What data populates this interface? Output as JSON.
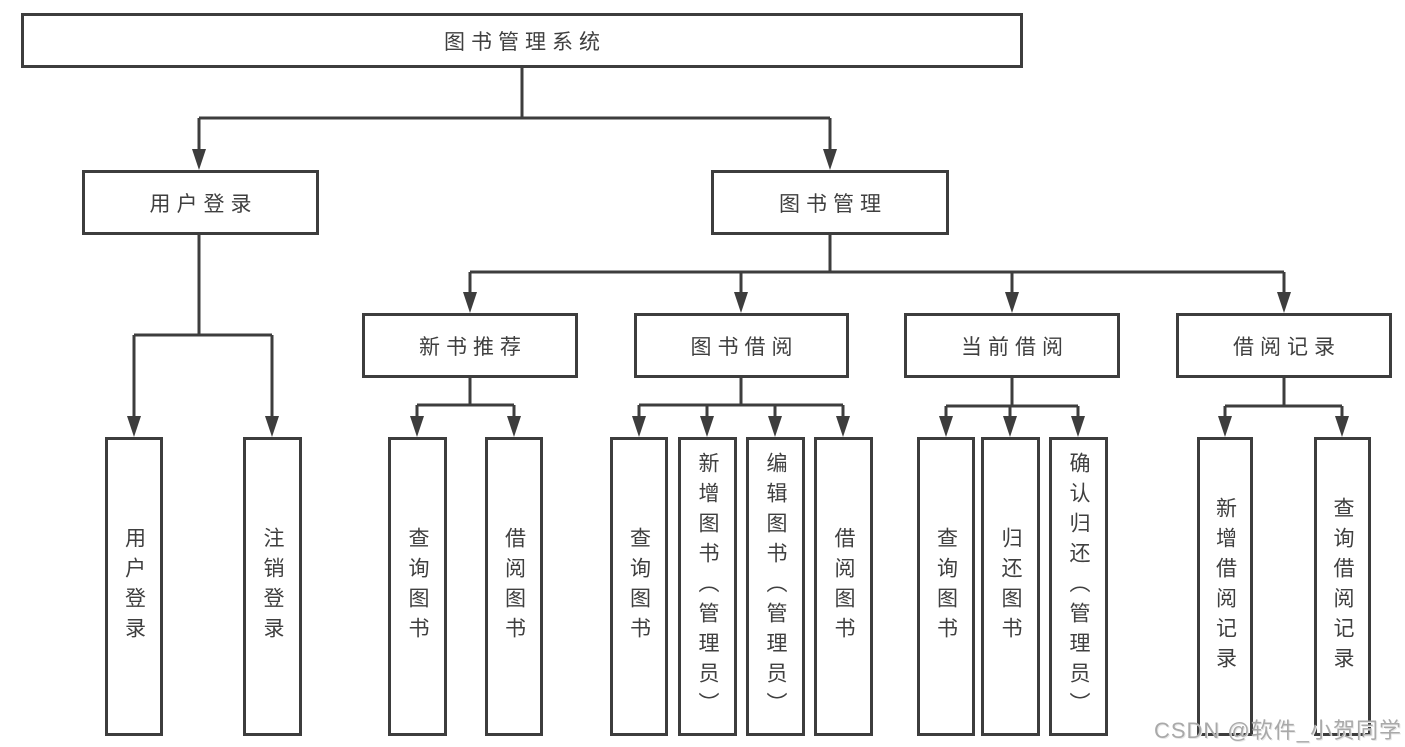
{
  "tree": {
    "label": "图书管理系统",
    "children": [
      {
        "label": "用户登录",
        "children": [
          {
            "label": "用户登录"
          },
          {
            "label": "注销登录"
          }
        ]
      },
      {
        "label": "图书管理",
        "children": [
          {
            "label": "新书推荐",
            "children": [
              {
                "label": "查询图书"
              },
              {
                "label": "借阅图书"
              }
            ]
          },
          {
            "label": "图书借阅",
            "children": [
              {
                "label": "查询图书"
              },
              {
                "label": "新增图书（管理员）"
              },
              {
                "label": "编辑图书（管理员）"
              },
              {
                "label": "借阅图书"
              }
            ]
          },
          {
            "label": "当前借阅",
            "children": [
              {
                "label": "查询图书"
              },
              {
                "label": "归还图书"
              },
              {
                "label": "确认归还（管理员）"
              }
            ]
          },
          {
            "label": "借阅记录",
            "children": [
              {
                "label": "新增借阅记录"
              },
              {
                "label": "查询借阅记录"
              }
            ]
          }
        ]
      }
    ]
  },
  "watermark": {
    "text": "CSDN @软件_小贺同学"
  },
  "colors": {
    "line": "#3d3d3d",
    "text": "#3f3f3f",
    "box_background": "#ffffff",
    "watermark": "#a9a9a9"
  }
}
